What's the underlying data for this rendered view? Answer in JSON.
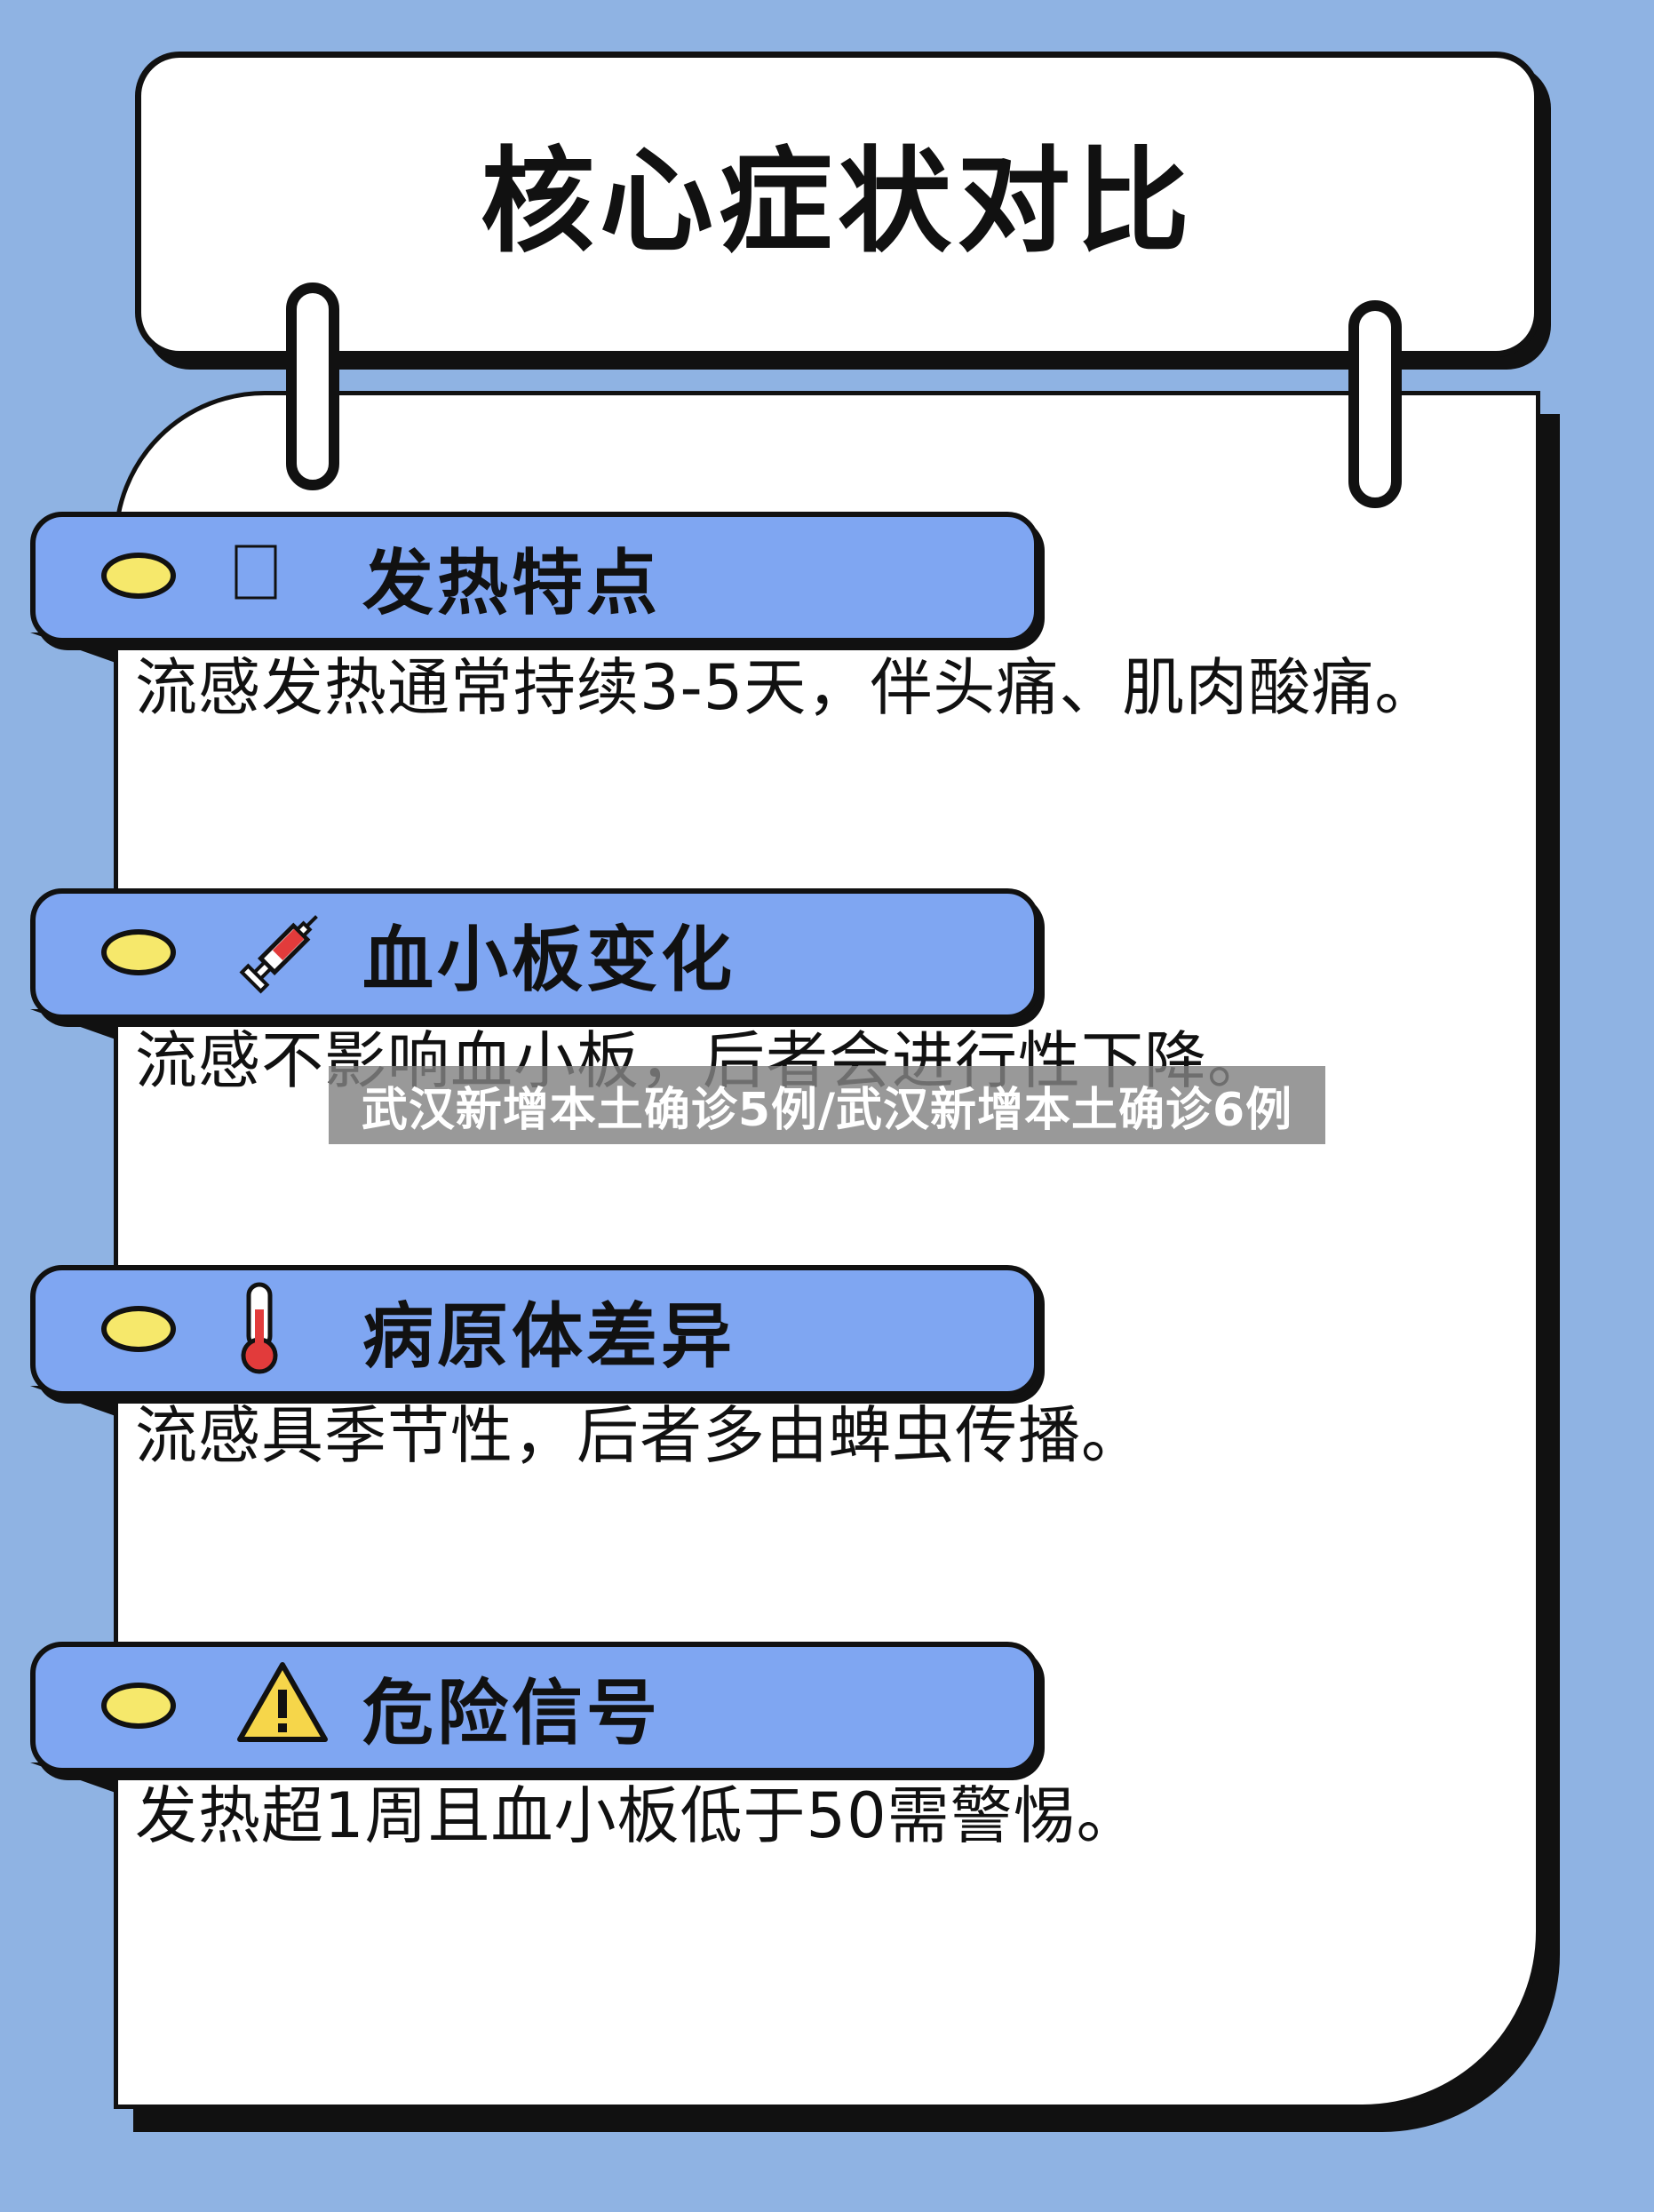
{
  "header": {
    "title": "核心症状对比"
  },
  "sections": [
    {
      "title": "发热特点",
      "icon": "placeholder-box-icon",
      "text": "流感发热通常持续3-5天，伴头痛、肌肉酸痛。"
    },
    {
      "title": "血小板变化",
      "icon": "syringe-icon",
      "text": "流感不影响血小板，后者会进行性下降。"
    },
    {
      "title": "病原体差异",
      "icon": "thermometer-icon",
      "text": "流感具季节性，后者多由蜱虫传播。"
    },
    {
      "title": "危险信号",
      "icon": "warning-icon",
      "text": "发热超1周且血小板低于50需警惕。"
    }
  ],
  "watermark": {
    "text": "武汉新增本土确诊5例/武汉新增本土确诊6例"
  },
  "colors": {
    "background": "#8fb3e3",
    "bar": "#7fa6f2",
    "dot": "#f6e86b",
    "outline": "#111111",
    "card": "#ffffff"
  }
}
